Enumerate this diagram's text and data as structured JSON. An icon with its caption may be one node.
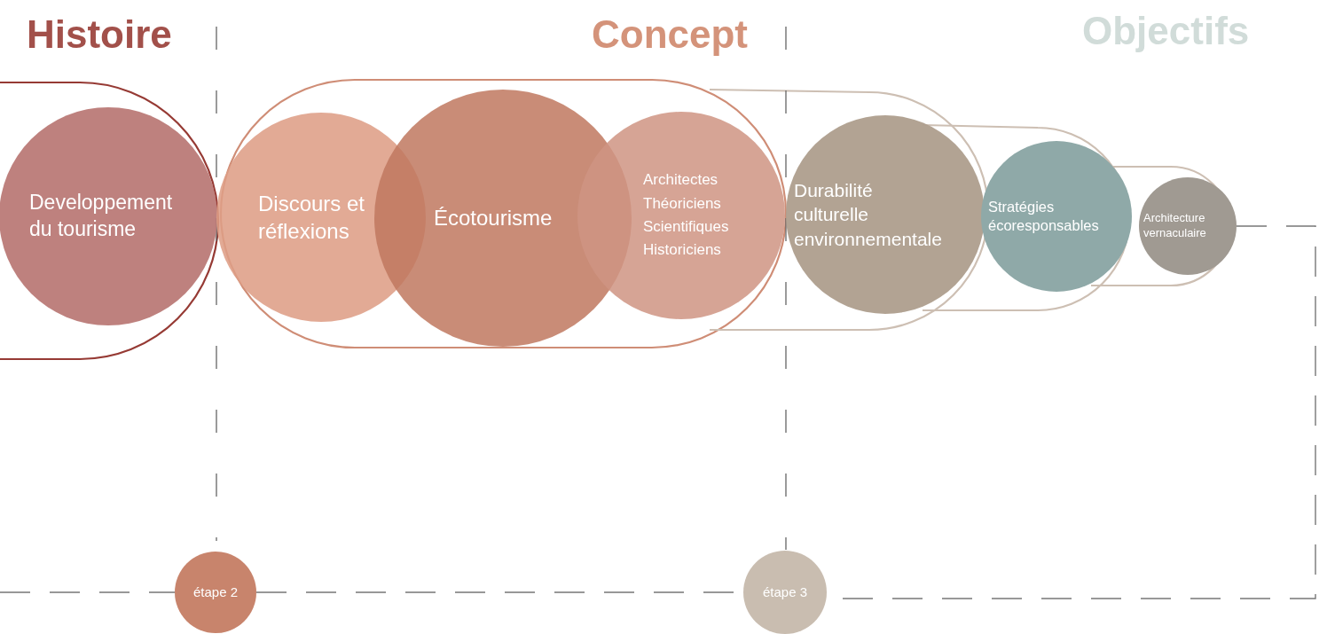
{
  "diagram": {
    "nodes": [
      {
        "text": [
          "Developpement du tourisme"
        ]
      },
      {
        "text": [
          "Discours et réflexions"
        ]
      },
      {
        "text": [
          "Écotourisme"
        ]
      },
      {
        "text": [
          "Architectes",
          "Théoriciens",
          "Scientifiques",
          "Historiciens"
        ]
      },
      {
        "text": [
          "Durabilité culturelle environnementale"
        ]
      },
      {
        "text": [
          "Stratégies écoresponsables"
        ]
      },
      {
        "text": [
          "Architecture vernaculaire"
        ]
      },
      {
        "text": [
          "étape 2"
        ]
      },
      {
        "text": [
          "étape 3"
        ]
      }
    ],
    "edges": [
      {
        "from": null,
        "to": 7,
        "arrow": "none",
        "style": "dashed"
      },
      {
        "from": 7,
        "to": 8,
        "arrow": "none",
        "style": "dashed"
      },
      {
        "from": 6,
        "to": 8,
        "arrow": "none",
        "style": "dashed"
      }
    ],
    "labels": [
      "Histoire",
      "Concept",
      "Objectifs"
    ]
  }
}
